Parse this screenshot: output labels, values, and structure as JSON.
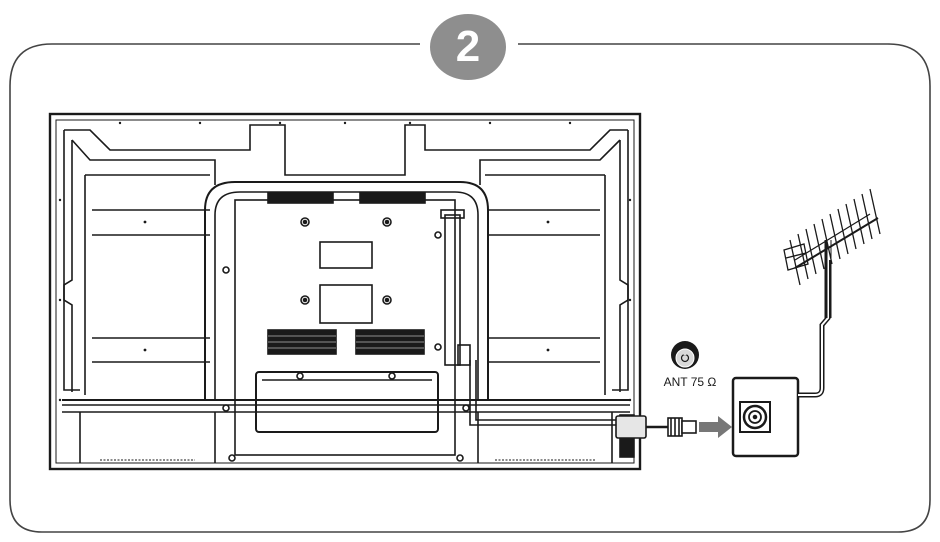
{
  "step": {
    "number": "2"
  },
  "antenna_port": {
    "label": "ANT 75 Ω"
  },
  "icons": {
    "tv_back": "tv-back-panel",
    "coax_port": "coax-port-icon",
    "wall_socket": "antenna-wall-socket-icon",
    "antenna": "yagi-antenna-icon",
    "arrow": "arrow-right-icon"
  },
  "colors": {
    "badge": "#8e8e8e",
    "line": "#1a1a1a",
    "arrow": "#777777"
  }
}
